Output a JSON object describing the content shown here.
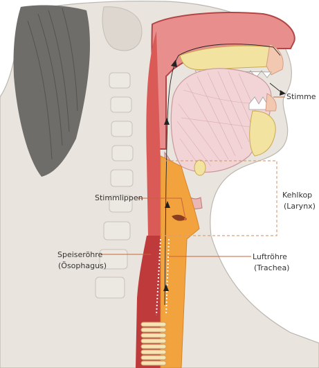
{
  "labels": {
    "voice": "Stimme",
    "larynx": "Kehlkop",
    "larynx_latin": "(Larynx)",
    "vocal_folds": "Stimmlippen",
    "esophagus": "Speiseröhre",
    "esophagus_latin": "(Ösophagus)",
    "trachea": "Luftröhre",
    "trachea_latin": "(Trachea)"
  },
  "colors": {
    "skin": "#e9e4de",
    "skin_outline": "#bcb6ae",
    "hair": "#6f6d6a",
    "tissue_red": "#bf3a3a",
    "tissue_pink": "#ebb7b5",
    "airway_orange": "#f2a33d",
    "tongue": "#f2d3d6",
    "bone": "#f3e3a1",
    "leader_line": "#c8633a",
    "dashed_box": "#d9a07a"
  }
}
